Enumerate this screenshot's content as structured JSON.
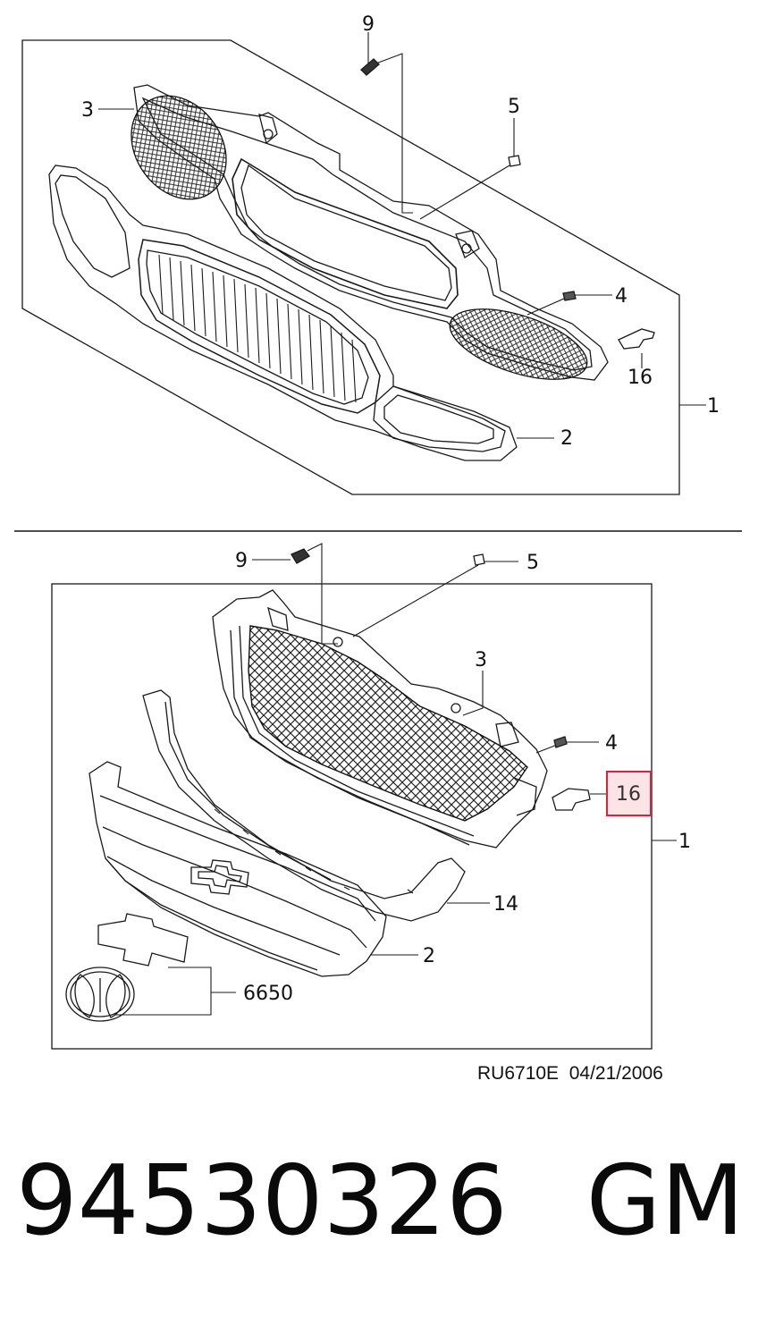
{
  "upper_diagram": {
    "callouts": {
      "c9": "9",
      "c3": "3",
      "c5": "5",
      "c4": "4",
      "c16": "16",
      "c1": "1",
      "c2": "2"
    }
  },
  "lower_diagram": {
    "callouts": {
      "c9": "9",
      "c5": "5",
      "c3": "3",
      "c4": "4",
      "c16": "16",
      "c1": "1",
      "c14": "14",
      "c2": "2",
      "c6650": "6650"
    },
    "highlighted_part": "16",
    "highlight_color": "#e0203a"
  },
  "reference": {
    "code": "RU6710E",
    "date": "04/21/2006"
  },
  "footer": {
    "part_number": "94530326",
    "brand": "GM"
  }
}
